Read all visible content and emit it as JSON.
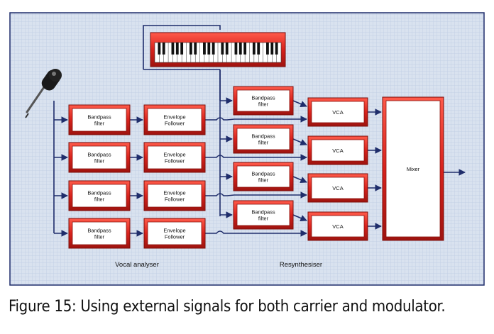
{
  "caption": "Figure 15: Using external signals for both carrier and modulator.",
  "sections": {
    "analyser": "Vocal analyser",
    "resynth": "Resynthesiser"
  },
  "blocks": {
    "bandpass": [
      "Bandpass",
      "filter"
    ],
    "envelope": [
      "Envelope",
      "Follower"
    ],
    "vca": "VCA",
    "mixer": "Mixer"
  },
  "icons": {
    "microphone": "microphone-icon",
    "keyboard": "keyboard-icon"
  },
  "colors": {
    "panel": "#d9e2ef",
    "grid": "#c3d0e6",
    "block_border": "#d8221c",
    "block_fill": "#ffffff",
    "wire": "#1f2d6b",
    "frame": "#1f2d6b"
  }
}
